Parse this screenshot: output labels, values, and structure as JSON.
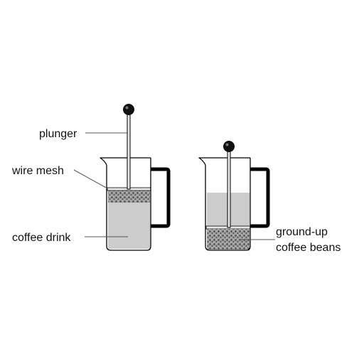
{
  "labels": {
    "plunger": "plunger",
    "wire_mesh": "wire mesh",
    "coffee_drink": "coffee drink",
    "ground_up_line1": "ground-up",
    "ground_up_line2": "coffee beans"
  },
  "colors": {
    "liquid": "#cccccc",
    "grounds": "#888888",
    "outline": "#000000",
    "knob": "#111111",
    "mesh": "#e6e6e6"
  }
}
